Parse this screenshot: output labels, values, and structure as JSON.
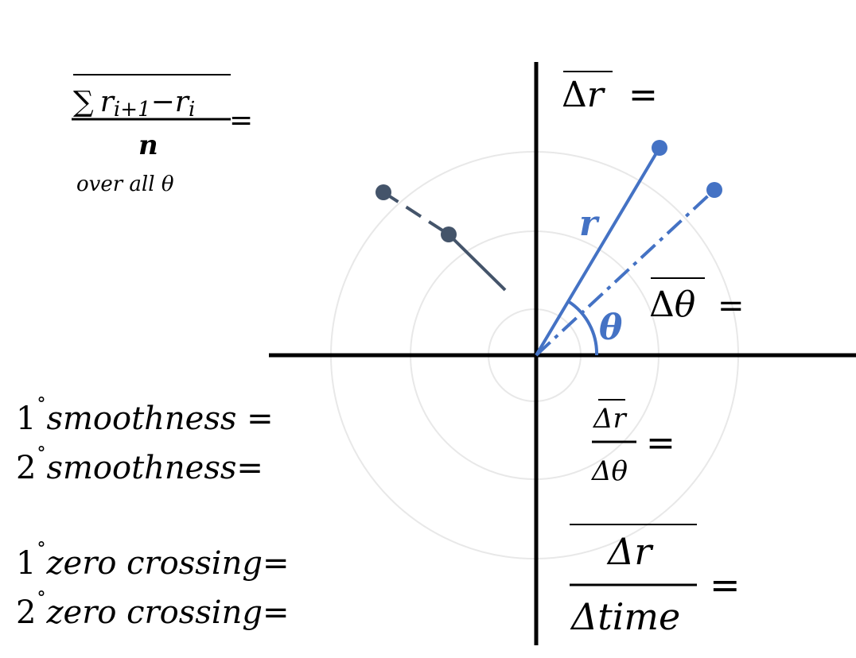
{
  "colors": {
    "axis": "#000000",
    "circle": "#e8e8e8",
    "blue": "#4472c4",
    "dark": "#44546a",
    "text": "#000000"
  },
  "formula_mean_diff": {
    "sum": "∑",
    "r_next": "r",
    "r_next_sub": "i+1",
    "minus": "−",
    "r_cur": "r",
    "r_cur_sub": "i",
    "equals": "=",
    "denominator": "n",
    "note": "over all θ"
  },
  "mean_delta_r": {
    "delta": "Δ",
    "symbol": "r",
    "equals": "="
  },
  "mean_delta_theta": {
    "delta": "Δ",
    "symbol": "θ",
    "equals": "="
  },
  "ratio_r_theta": {
    "numerator": "Δr",
    "denominator": "Δθ",
    "equals": "="
  },
  "ratio_r_time": {
    "numerator": "Δr",
    "denominator": "Δtime",
    "equals": "="
  },
  "diagram": {
    "radius_label": "r",
    "angle_label": "θ"
  },
  "metrics": [
    {
      "order": "1",
      "degree": "˚",
      "name": "smoothness",
      "equals": " ="
    },
    {
      "order": "2",
      "degree": "˚",
      "name": "smoothness",
      "equals": "="
    },
    {
      "order": "1",
      "degree": "˚",
      "name": "zero crossing",
      "equals": "="
    },
    {
      "order": "2",
      "degree": "˚",
      "name": "zero crossing",
      "equals": "="
    }
  ]
}
